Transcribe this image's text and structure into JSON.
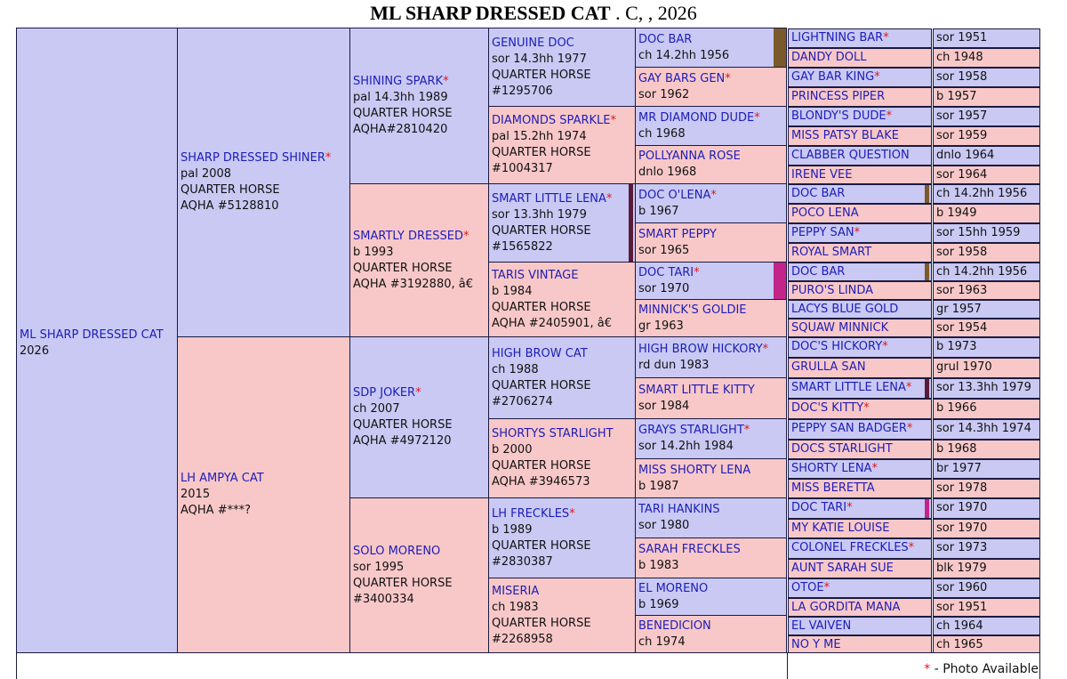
{
  "title": {
    "name": "ML SHARP DRESSED CAT",
    "rest": " . C, , 2026"
  },
  "legend": {
    "star": "*",
    "text": " - Photo Available"
  },
  "gen1": {
    "name": "ML SHARP DRESSED CAT",
    "l1": "2026"
  },
  "gen2": [
    {
      "name": "SHARP DRESSED SHINER",
      "star": "*",
      "l1": "pal 2008",
      "l2": "QUARTER HORSE",
      "l3": "AQHA #5128810"
    },
    {
      "name": "LH AMPYA CAT",
      "l1": "2015",
      "l2": "AQHA #***?"
    }
  ],
  "gen3": [
    {
      "name": "SHINING SPARK",
      "star": "*",
      "l1": "pal 14.3hh 1989",
      "l2": "QUARTER HORSE",
      "l3": "AQHA#2810420"
    },
    {
      "name": "SMARTLY DRESSED",
      "star": "*",
      "l1": "b 1993",
      "l2": "QUARTER HORSE",
      "l3": "AQHA #3192880, â€"
    },
    {
      "name": "SDP JOKER",
      "star": "*",
      "l1": "ch 2007",
      "l2": "QUARTER HORSE",
      "l3": "AQHA #4972120"
    },
    {
      "name": "SOLO MORENO",
      "l1": "sor 1995",
      "l2": "QUARTER HORSE",
      "l3": "#3400334"
    }
  ],
  "gen4": [
    {
      "name": "GENUINE DOC",
      "l1": "sor 14.3hh 1977",
      "l2": "QUARTER HORSE",
      "l3": "#1295706"
    },
    {
      "name": "DIAMONDS SPARKLE",
      "star": "*",
      "l1": "pal 15.2hh 1974",
      "l2": "QUARTER HORSE",
      "l3": "#1004317"
    },
    {
      "name": "SMART LITTLE LENA",
      "star": "*",
      "l1": "sor 13.3hh 1979",
      "l2": "QUARTER HORSE",
      "l3": "#1565822"
    },
    {
      "name": "TARIS VINTAGE",
      "l1": "b 1984",
      "l2": "QUARTER HORSE",
      "l3": "AQHA #2405901, â€"
    },
    {
      "name": "HIGH BROW CAT",
      "l1": "ch 1988",
      "l2": "QUARTER HORSE",
      "l3": "#2706274"
    },
    {
      "name": "SHORTYS STARLIGHT",
      "l1": "b 2000",
      "l2": "QUARTER HORSE",
      "l3": "AQHA #3946573"
    },
    {
      "name": "LH FRECKLES",
      "star": "*",
      "l1": "b 1989",
      "l2": "QUARTER HORSE",
      "l3": "#2830387"
    },
    {
      "name": "MISERIA",
      "l1": "ch 1983",
      "l2": "QUARTER HORSE",
      "l3": "#2268958"
    }
  ],
  "gen5": [
    {
      "name": "DOC BAR",
      "l1": "ch 14.2hh 1956"
    },
    {
      "name": "GAY BARS GEN",
      "star": "*",
      "l1": "sor 1962"
    },
    {
      "name": "MR DIAMOND DUDE",
      "star": "*",
      "l1": "ch 1968"
    },
    {
      "name": "POLLYANNA ROSE",
      "l1": "dnlo 1968"
    },
    {
      "name": "DOC O'LENA",
      "star": "*",
      "l1": "b 1967"
    },
    {
      "name": "SMART PEPPY",
      "l1": "sor 1965"
    },
    {
      "name": "DOC TARI",
      "star": "*",
      "l1": "sor 1970"
    },
    {
      "name": "MINNICK'S GOLDIE",
      "l1": "gr 1963"
    },
    {
      "name": "HIGH BROW HICKORY",
      "star": "*",
      "l1": "rd dun 1983"
    },
    {
      "name": "SMART LITTLE KITTY",
      "l1": "sor 1984"
    },
    {
      "name": "GRAYS STARLIGHT",
      "star": "*",
      "l1": "sor 14.2hh 1984"
    },
    {
      "name": "MISS SHORTY LENA",
      "l1": "b 1987"
    },
    {
      "name": "TARI HANKINS",
      "l1": "sor 1980"
    },
    {
      "name": "SARAH FRECKLES",
      "l1": "b 1983"
    },
    {
      "name": "EL MORENO",
      "l1": "b 1969"
    },
    {
      "name": "BENEDICION",
      "l1": "ch 1974"
    }
  ],
  "gen6": [
    {
      "name": "LIGHTNING BAR",
      "star": "*",
      "info": "sor 1951"
    },
    {
      "name": "DANDY DOLL",
      "info": "ch 1948"
    },
    {
      "name": "GAY BAR KING",
      "star": "*",
      "info": "sor 1958"
    },
    {
      "name": "PRINCESS PIPER",
      "info": "b 1957"
    },
    {
      "name": "BLONDY'S DUDE",
      "star": "*",
      "info": "sor 1957"
    },
    {
      "name": "MISS PATSY BLAKE",
      "info": "sor 1959"
    },
    {
      "name": "CLABBER QUESTION",
      "info": "dnlo 1964"
    },
    {
      "name": "IRENE VEE",
      "info": "sor 1964"
    },
    {
      "name": "DOC BAR",
      "info": "ch 14.2hh 1956"
    },
    {
      "name": "POCO LENA",
      "info": "b 1949"
    },
    {
      "name": "PEPPY SAN",
      "star": "*",
      "info": "sor 15hh 1959"
    },
    {
      "name": "ROYAL SMART",
      "info": "sor 1958"
    },
    {
      "name": "DOC BAR",
      "info": "ch 14.2hh 1956"
    },
    {
      "name": "PURO'S LINDA",
      "info": "sor 1963"
    },
    {
      "name": "LACYS BLUE GOLD",
      "info": "gr 1957"
    },
    {
      "name": "SQUAW MINNICK",
      "info": "sor 1954"
    },
    {
      "name": "DOC'S HICKORY",
      "star": "*",
      "info": "b 1973"
    },
    {
      "name": "GRULLA SAN",
      "info": "grul 1970"
    },
    {
      "name": "SMART LITTLE LENA",
      "star": "*",
      "info": "sor 13.3hh 1979"
    },
    {
      "name": "DOC'S KITTY",
      "star": "*",
      "info": "b 1966"
    },
    {
      "name": "PEPPY SAN BADGER",
      "star": "*",
      "info": "sor 14.3hh 1974"
    },
    {
      "name": "DOCS STARLIGHT",
      "info": "b 1968"
    },
    {
      "name": "SHORTY LENA",
      "star": "*",
      "info": "br 1977"
    },
    {
      "name": "MISS BERETTA",
      "info": "sor 1978"
    },
    {
      "name": "DOC TARI",
      "star": "*",
      "info": "sor 1970"
    },
    {
      "name": "MY KATIE LOUISE",
      "info": "sor 1970"
    },
    {
      "name": "COLONEL FRECKLES",
      "star": "*",
      "info": "sor 1973"
    },
    {
      "name": "AUNT SARAH SUE",
      "info": "blk 1979"
    },
    {
      "name": "OTOE",
      "star": "*",
      "info": "sor 1960"
    },
    {
      "name": "LA GORDITA MANA",
      "info": "sor 1951"
    },
    {
      "name": "EL VAIVEN",
      "info": "ch 1964"
    },
    {
      "name": "NO Y ME",
      "info": "ch 1965"
    }
  ],
  "colors": {
    "male": "#c9c9f4",
    "female": "#f8c8c8",
    "name_link": "#1d1db8",
    "photo_star": "#e01818",
    "border": "#1a1a40"
  }
}
